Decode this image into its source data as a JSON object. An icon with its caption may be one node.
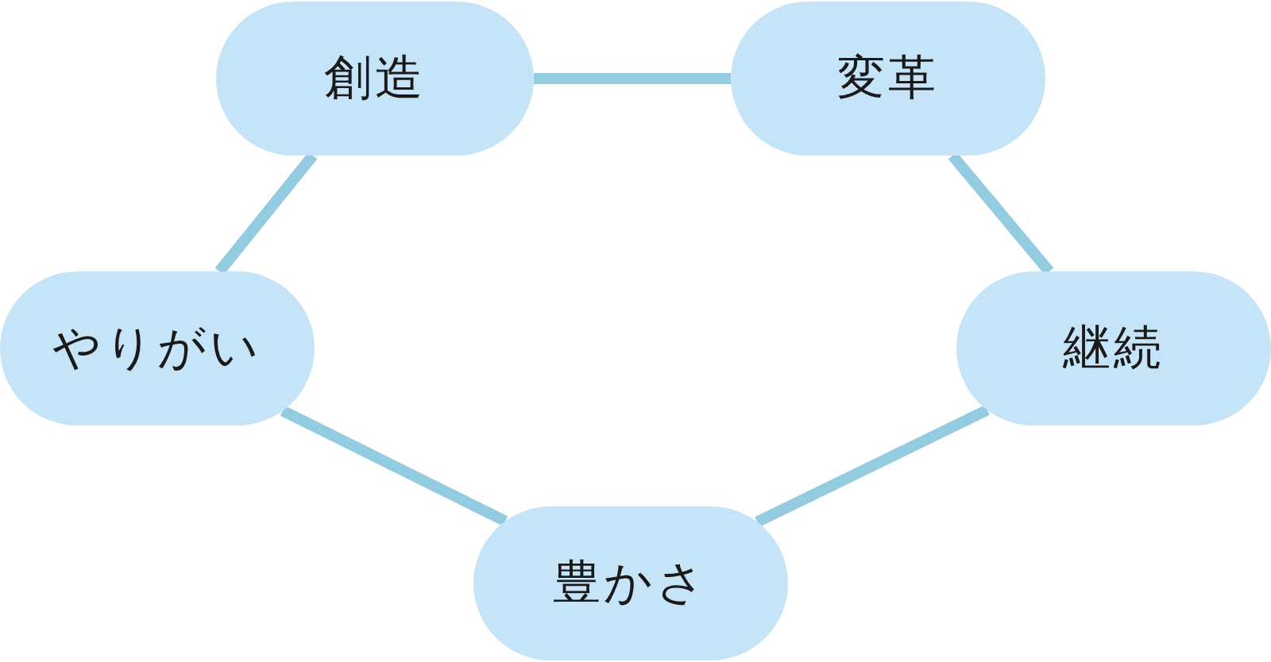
{
  "diagram": {
    "nodes": [
      {
        "text": [
          "創造"
        ]
      },
      {
        "text": [
          "変革"
        ]
      },
      {
        "text": [
          "やりがい"
        ]
      },
      {
        "text": [
          "継続"
        ]
      },
      {
        "text": [
          "豊かさ"
        ]
      }
    ],
    "edges": [
      {
        "from": 0,
        "to": 1,
        "arrow": "none"
      },
      {
        "from": 1,
        "to": 3,
        "arrow": "none"
      },
      {
        "from": 3,
        "to": 4,
        "arrow": "none"
      },
      {
        "from": 4,
        "to": 2,
        "arrow": "none"
      },
      {
        "from": 2,
        "to": 0,
        "arrow": "none"
      }
    ]
  }
}
